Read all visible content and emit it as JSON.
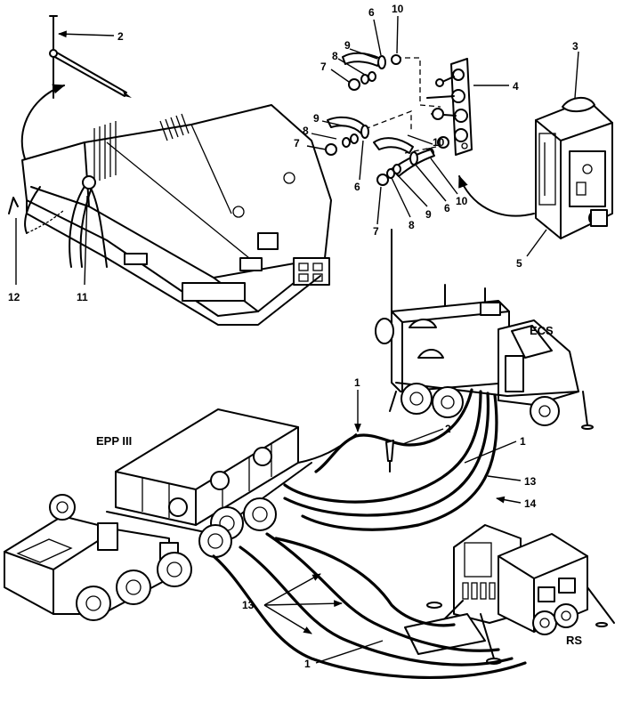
{
  "callouts": {
    "c1a": "1",
    "c1b": "1",
    "c1c": "1",
    "c2a": "2",
    "c2b": "2",
    "c3": "3",
    "c4": "4",
    "c5": "5",
    "c6a": "6",
    "c6b": "6",
    "c6c": "6",
    "c7a": "7",
    "c7b": "7",
    "c7c": "7",
    "c8a": "8",
    "c8b": "8",
    "c8c": "8",
    "c9a": "9",
    "c9b": "9",
    "c9c": "9",
    "c10a": "10",
    "c10b": "10",
    "c10c": "10",
    "c11": "11",
    "c12": "12",
    "c13a": "13",
    "c13b": "13",
    "c14": "14"
  },
  "units": {
    "ecs": "ECS",
    "epp": "EPP III",
    "rs": "RS"
  }
}
